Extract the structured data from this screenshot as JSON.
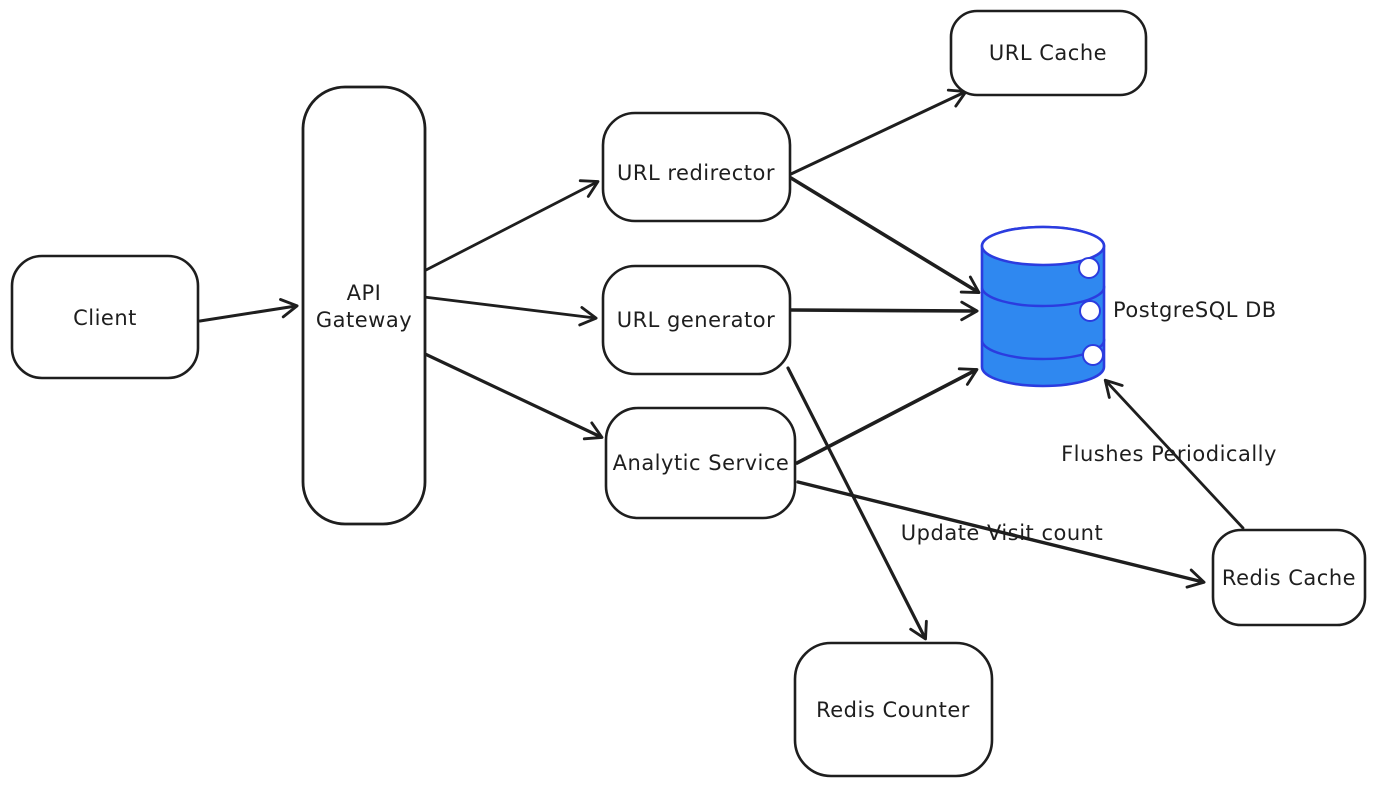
{
  "canvas": {
    "background": "#ffffff"
  },
  "colors": {
    "stroke": "#1e1e1e",
    "text": "#1e1e1e",
    "node_fill": "#ffffff",
    "db_fill": "#2f88f0",
    "db_stroke": "#2b3cdf",
    "db_detail": "#ffffff"
  },
  "nodes": {
    "client": {
      "label": "Client"
    },
    "api_gateway": {
      "label_line1": "API",
      "label_line2": "Gateway"
    },
    "url_redirector": {
      "label": "URL redirector"
    },
    "url_generator": {
      "label": "URL generator"
    },
    "analytic_service": {
      "label": "Analytic Service"
    },
    "url_cache": {
      "label": "URL Cache"
    },
    "postgresql_db": {
      "label": "PostgreSQL DB"
    },
    "redis_cache": {
      "label": "Redis Cache"
    },
    "redis_counter": {
      "label": "Redis Counter"
    }
  },
  "edges": {
    "client_to_api_gateway": {
      "label": ""
    },
    "api_gateway_to_url_redirector": {
      "label": ""
    },
    "api_gateway_to_url_generator": {
      "label": ""
    },
    "api_gateway_to_analytic_service": {
      "label": ""
    },
    "url_redirector_to_url_cache": {
      "label": ""
    },
    "url_redirector_to_postgresql_db": {
      "label": ""
    },
    "url_generator_to_postgresql_db": {
      "label": ""
    },
    "url_generator_to_redis_counter": {
      "label": ""
    },
    "analytic_service_to_postgresql_db": {
      "label": ""
    },
    "analytic_service_to_redis_cache": {
      "label": "Update Visit count"
    },
    "redis_cache_to_postgresql_db": {
      "label": "Flushes Periodically"
    }
  }
}
